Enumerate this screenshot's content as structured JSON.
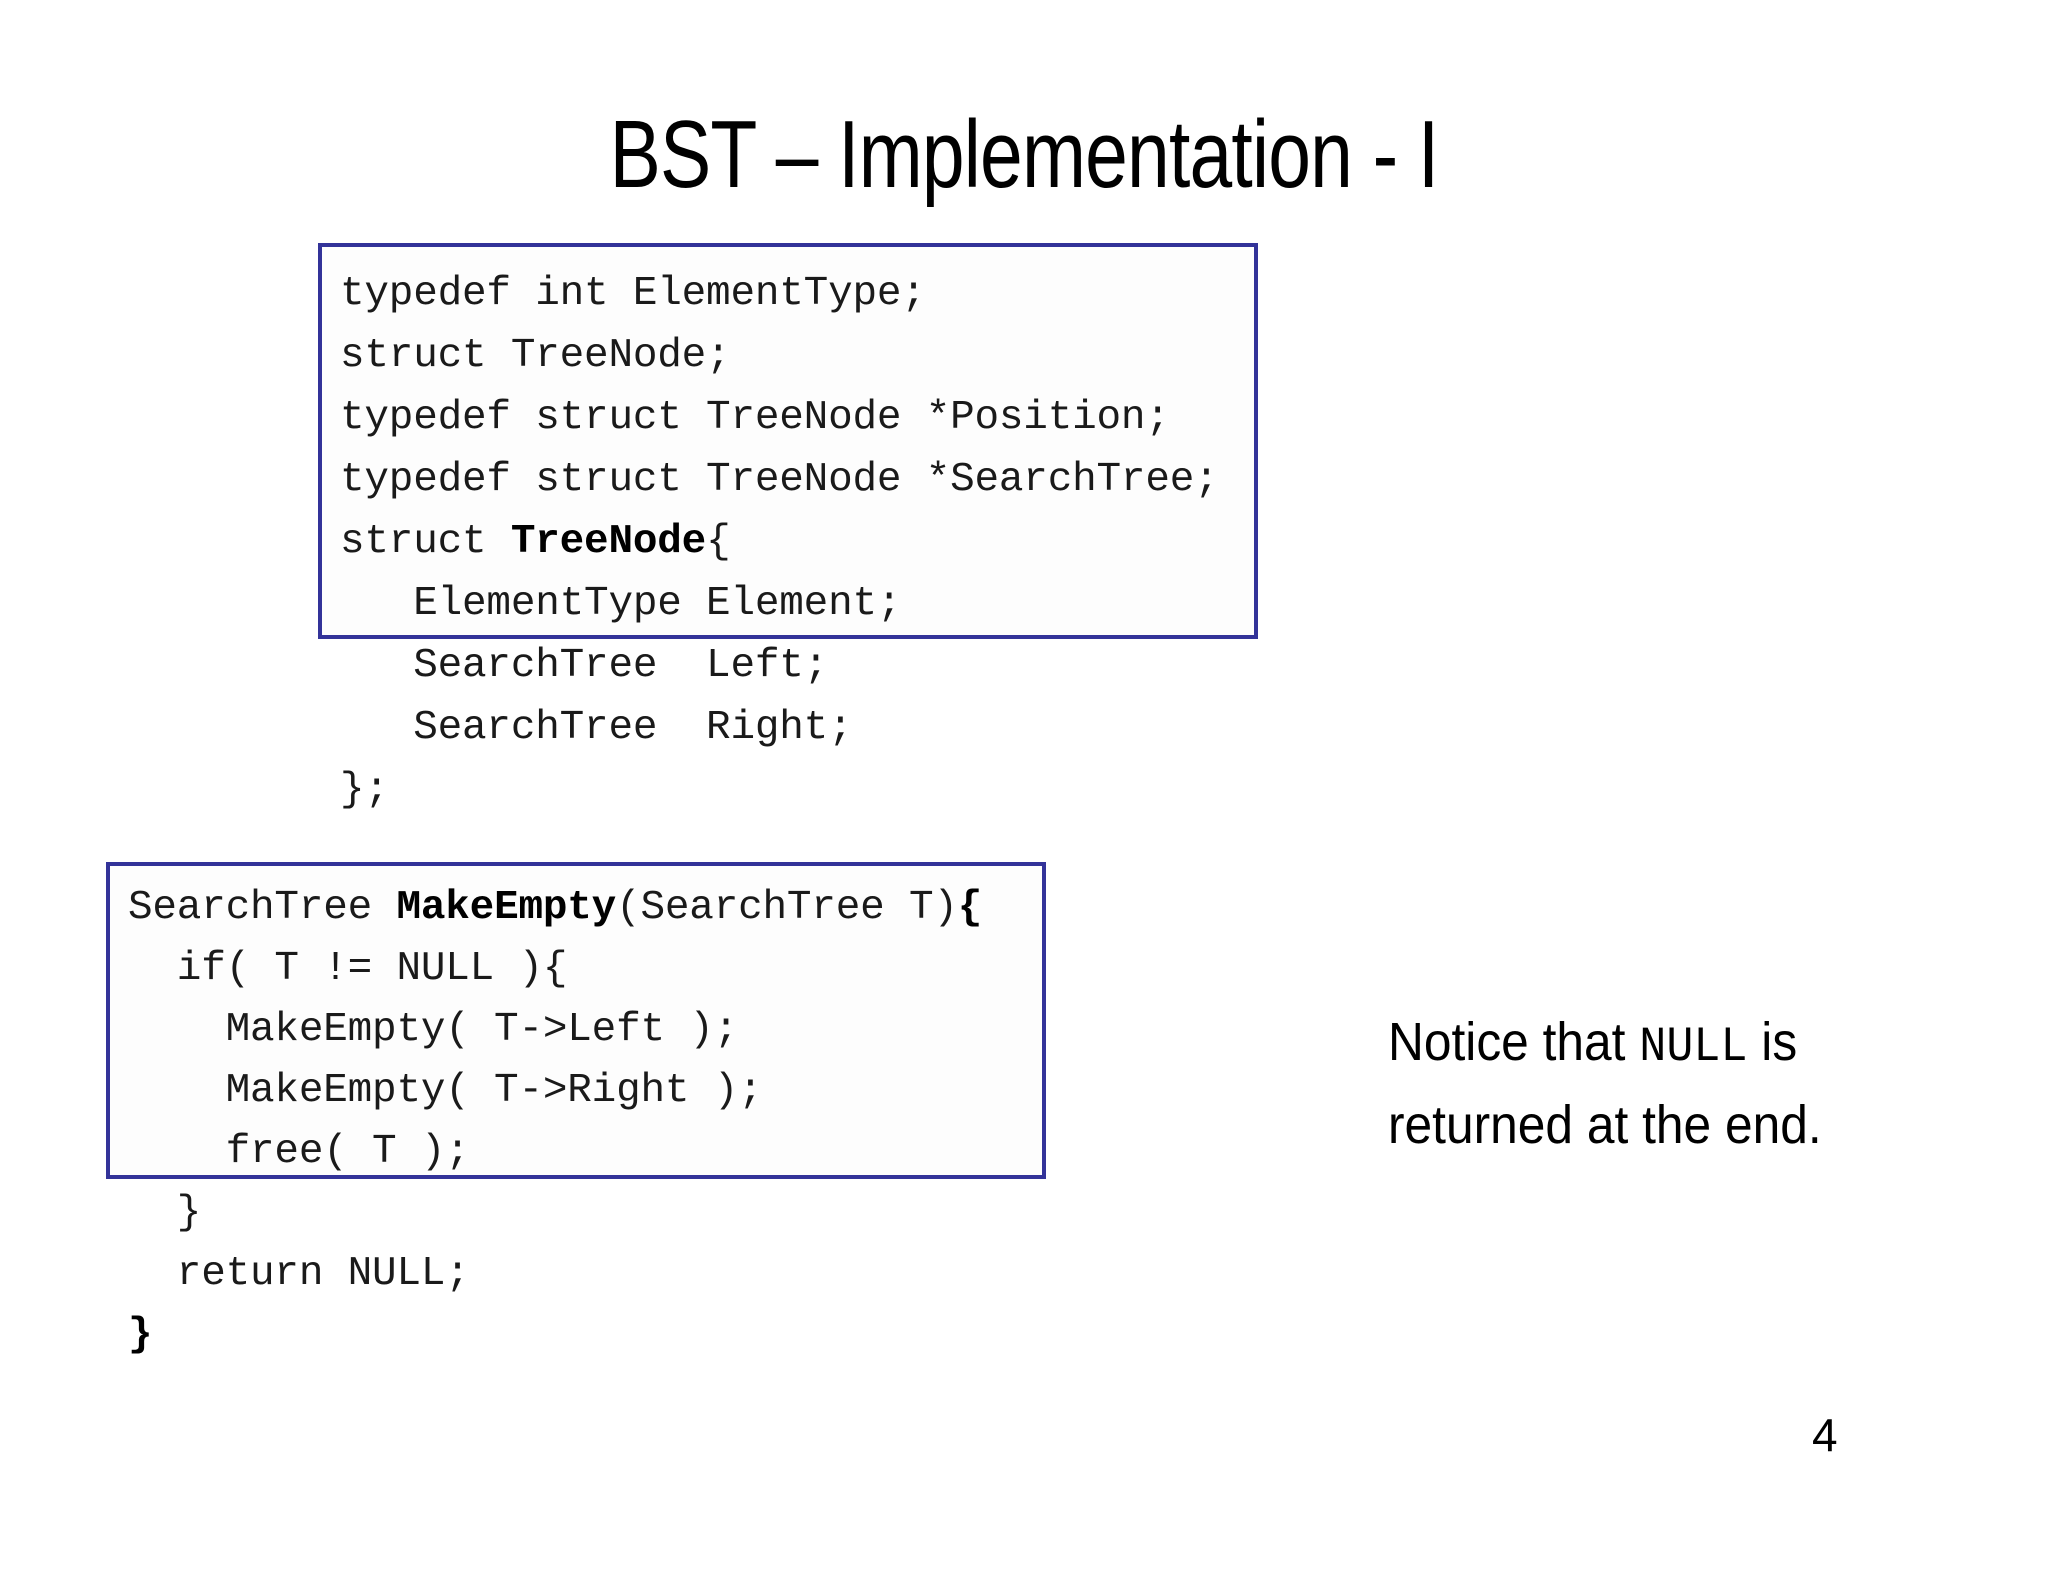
{
  "slide": {
    "title": "BST – Implementation - I",
    "page_number": "4",
    "border_color": "#333399",
    "text_color": "#000000",
    "background_color": "#ffffff"
  },
  "code_box_struct": {
    "name": "TreeNode structure declaration",
    "lines": [
      {
        "pre": "typedef int ElementType;",
        "bold": "",
        "post": ""
      },
      {
        "pre": "struct TreeNode;",
        "bold": "",
        "post": ""
      },
      {
        "pre": "typedef struct TreeNode *Position;",
        "bold": "",
        "post": ""
      },
      {
        "pre": "typedef struct TreeNode *SearchTree;",
        "bold": "",
        "post": ""
      },
      {
        "pre": "struct ",
        "bold": "TreeNode",
        "post": "{"
      },
      {
        "pre": "   ElementType Element;",
        "bold": "",
        "post": ""
      },
      {
        "pre": "   SearchTree  Left;",
        "bold": "",
        "post": ""
      },
      {
        "pre": "   SearchTree  Right;",
        "bold": "",
        "post": ""
      },
      {
        "pre": "};",
        "bold": "",
        "post": ""
      }
    ]
  },
  "code_box_makeempty": {
    "name": "MakeEmpty routine",
    "lines": [
      {
        "pre": "SearchTree ",
        "bold": "MakeEmpty",
        "post": "(SearchTree T)",
        "bold2": "{"
      },
      {
        "pre": "  if( T != NULL ){",
        "bold": "",
        "post": ""
      },
      {
        "pre": "    MakeEmpty( T->Left );",
        "bold": "",
        "post": ""
      },
      {
        "pre": "    MakeEmpty( T->Right );",
        "bold": "",
        "post": ""
      },
      {
        "pre": "    free( T );",
        "bold": "",
        "post": ""
      },
      {
        "pre": "  }",
        "bold": "",
        "post": ""
      },
      {
        "pre": "  return NULL;",
        "bold": "",
        "post": ""
      },
      {
        "pre": "",
        "bold": "}",
        "post": ""
      }
    ]
  },
  "note": {
    "part1": "Notice that ",
    "mono": "NULL",
    "part2": " is returned at the end."
  }
}
